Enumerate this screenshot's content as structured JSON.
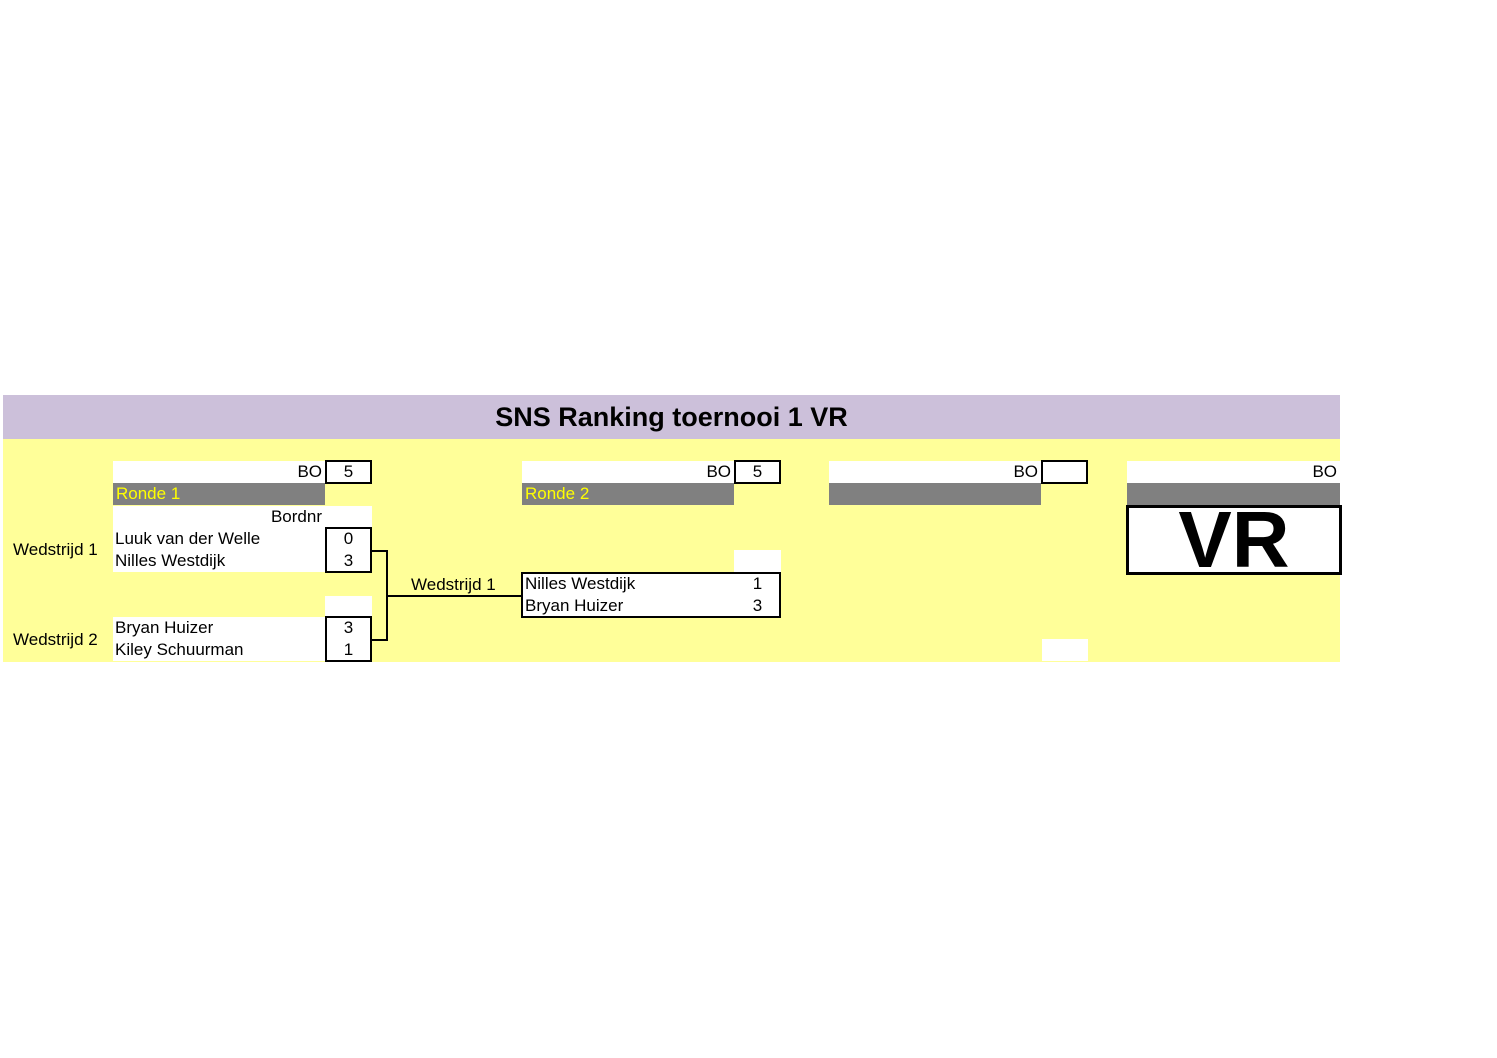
{
  "title": "SNS Ranking toernooi 1 VR",
  "bo_label": "BO",
  "bordnr_label": "Bordnr",
  "columns": [
    {
      "round": "Ronde 1",
      "bo_value": "5"
    },
    {
      "round": "Ronde 2",
      "bo_value": "5"
    },
    {
      "round": "",
      "bo_value": ""
    },
    {
      "round": "",
      "bo_value": ""
    }
  ],
  "round1": {
    "matches": [
      {
        "label": "Wedstrijd 1",
        "players": [
          {
            "name": "Luuk van der Welle",
            "score": "0"
          },
          {
            "name": "Nilles Westdijk",
            "score": "3"
          }
        ]
      },
      {
        "label": "Wedstrijd 2",
        "players": [
          {
            "name": "Bryan Huizer",
            "score": "3"
          },
          {
            "name": "Kiley Schuurman",
            "score": "1"
          }
        ]
      }
    ]
  },
  "round2": {
    "matches": [
      {
        "label": "Wedstrijd 1",
        "players": [
          {
            "name": "Nilles Westdijk",
            "score": "1"
          },
          {
            "name": "Bryan Huizer",
            "score": "3"
          }
        ]
      }
    ]
  },
  "badge": "VR",
  "colors": {
    "title_bg": "#ccc0da",
    "sheet_bg": "#ffff99",
    "round_bar": "#808080",
    "round_text": "#ffff00"
  }
}
